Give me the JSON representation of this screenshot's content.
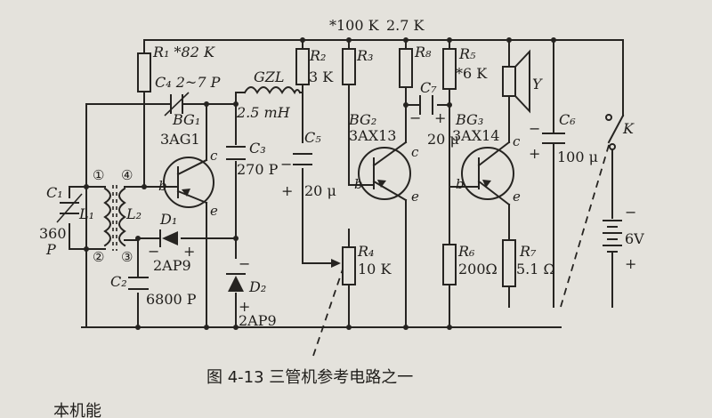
{
  "figure_caption": "图 4-13   三管机参考电路之一",
  "bottom_text": "本机能",
  "labels": {
    "r1": "R₁ *82 K",
    "c4": "C₄ 2~7 P",
    "gzl": "GZL",
    "gzl_value": "2.5 mH",
    "r2": "R₂",
    "r2_value": "3 K",
    "r3": "R₃",
    "r3_value": "*100 K",
    "r8": "R₈",
    "r8_value": "2.7 K",
    "r5": "R₅",
    "r5_value": "*6 K",
    "bg1": "BG₁",
    "bg1_type": "3AG1",
    "c3": "C₃",
    "c3_value": "270 P",
    "c5": "C₅",
    "c5_value": "20 μ",
    "bg2": "BG₂",
    "bg2_type": "3AX13",
    "c7": "C₇",
    "c7_value": "20 μ",
    "bg3": "BG₃",
    "bg3_type": "3AX14",
    "c6": "C₆",
    "c6_value": "100 μ",
    "speaker": "Y",
    "switch": "K",
    "battery": "6V",
    "c1": "C₁",
    "c1_value_a": "360",
    "c1_value_b": "P",
    "l1": "L₁",
    "l2": "L₂",
    "node1": "①",
    "node2": "②",
    "node3": "③",
    "node4": "④",
    "d1": "D₁",
    "d1_type": "2AP9",
    "c2": "C₂",
    "c2_value": "6800 P",
    "d2": "D₂",
    "d2_type": "2AP9",
    "r4": "R₄",
    "r4_value": "10 K",
    "r6": "R₆",
    "r6_value": "200Ω",
    "r7": "R₇",
    "r7_value": "5.1 Ω",
    "pin_b": "b",
    "pin_c": "c",
    "pin_e": "e",
    "plus": "+",
    "minus": "−"
  }
}
